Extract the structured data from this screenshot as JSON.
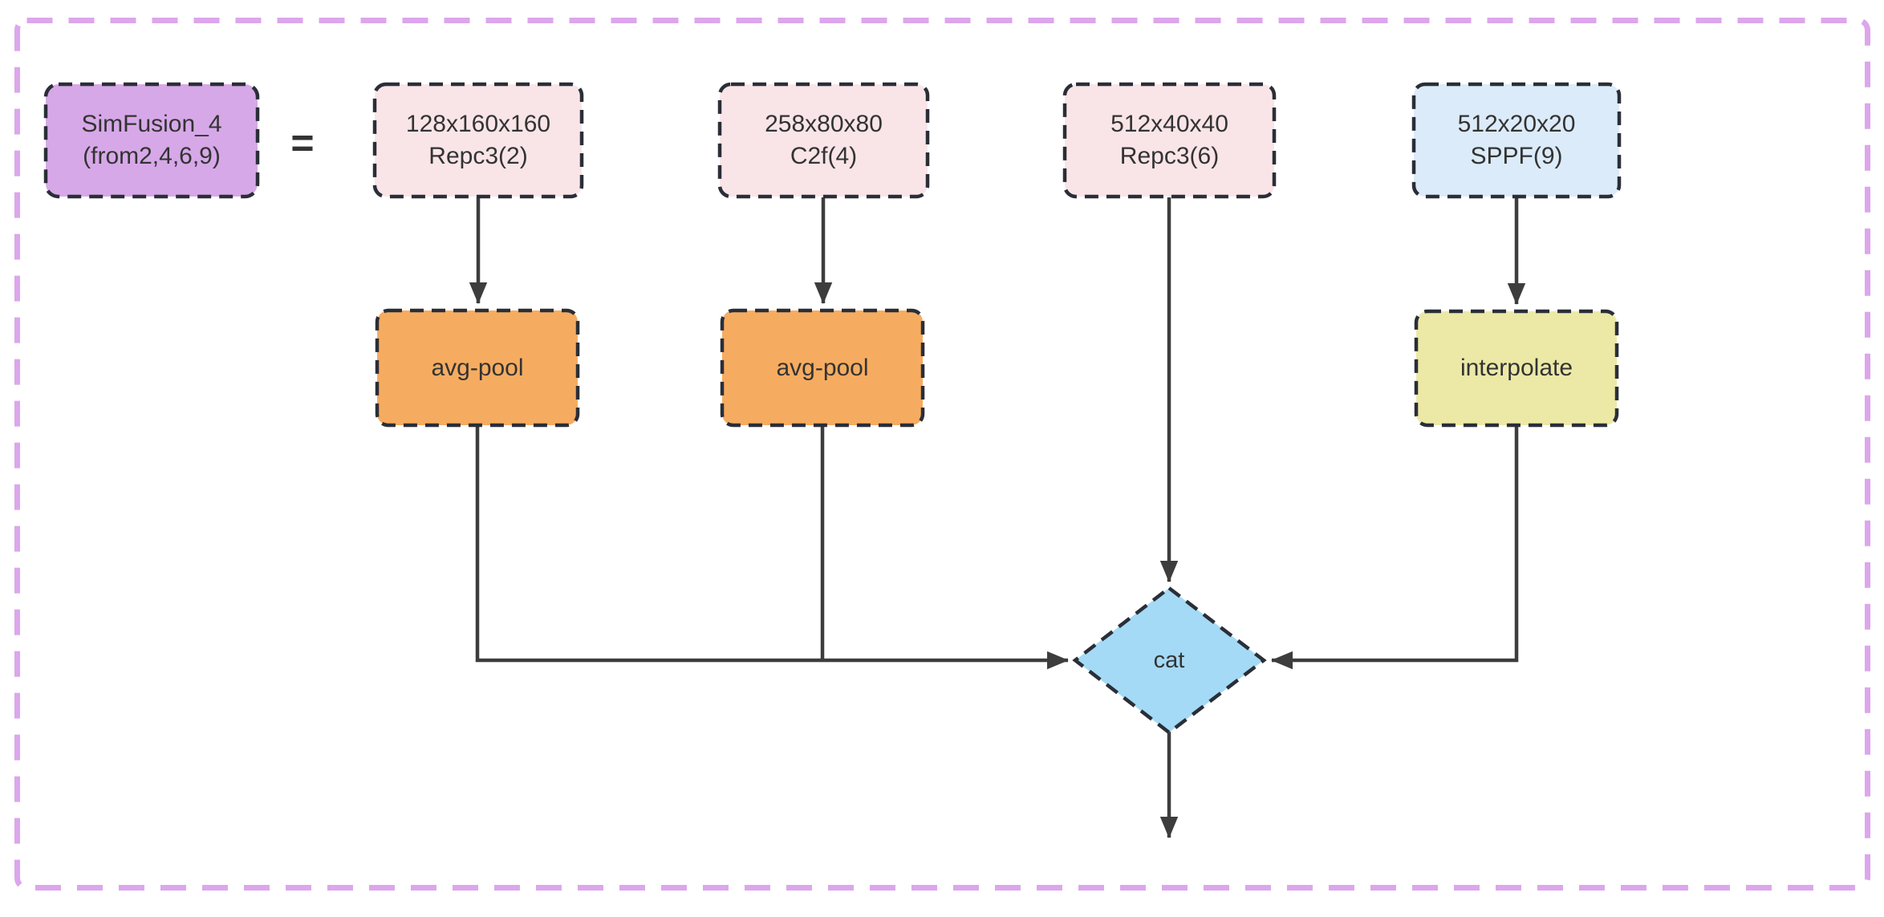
{
  "diagram": {
    "kind": "flow-diagram",
    "title_node": {
      "line1": "SimFusion_4",
      "line2": "(from2,4,6,9)"
    },
    "equals_sign": "=",
    "input_nodes": [
      {
        "line1": "128x160x160",
        "line2": "Repc3(2)"
      },
      {
        "line1": "258x80x80",
        "line2": "C2f(4)"
      },
      {
        "line1": "512x40x40",
        "line2": "Repc3(6)"
      },
      {
        "line1": "512x20x20",
        "line2": "SPPF(9)"
      }
    ],
    "op_nodes": [
      {
        "label": "avg-pool"
      },
      {
        "label": "avg-pool"
      },
      {
        "label": "interpolate"
      }
    ],
    "merge_node": {
      "label": "cat"
    },
    "colors": {
      "frame_border": "#dca6ec",
      "title_fill": "#d7a8e8",
      "feature_fill_pink": "#f9e5e8",
      "feature_fill_blue": "#dcebf9",
      "avgpool_fill": "#f6ac60",
      "interpolate_fill": "#ece9a7",
      "merge_fill": "#a4daf5",
      "node_border": "#2a2e37",
      "connector": "#3d3d3d",
      "text": "#333333"
    }
  }
}
